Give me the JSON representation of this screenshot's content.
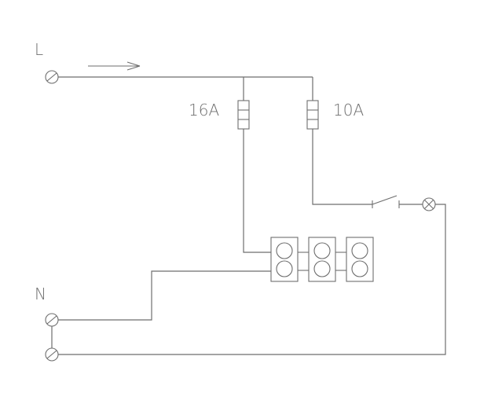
{
  "labels": {
    "line": "L",
    "neutral": "N",
    "fuse_socket": "16A",
    "fuse_light": "10A"
  }
}
